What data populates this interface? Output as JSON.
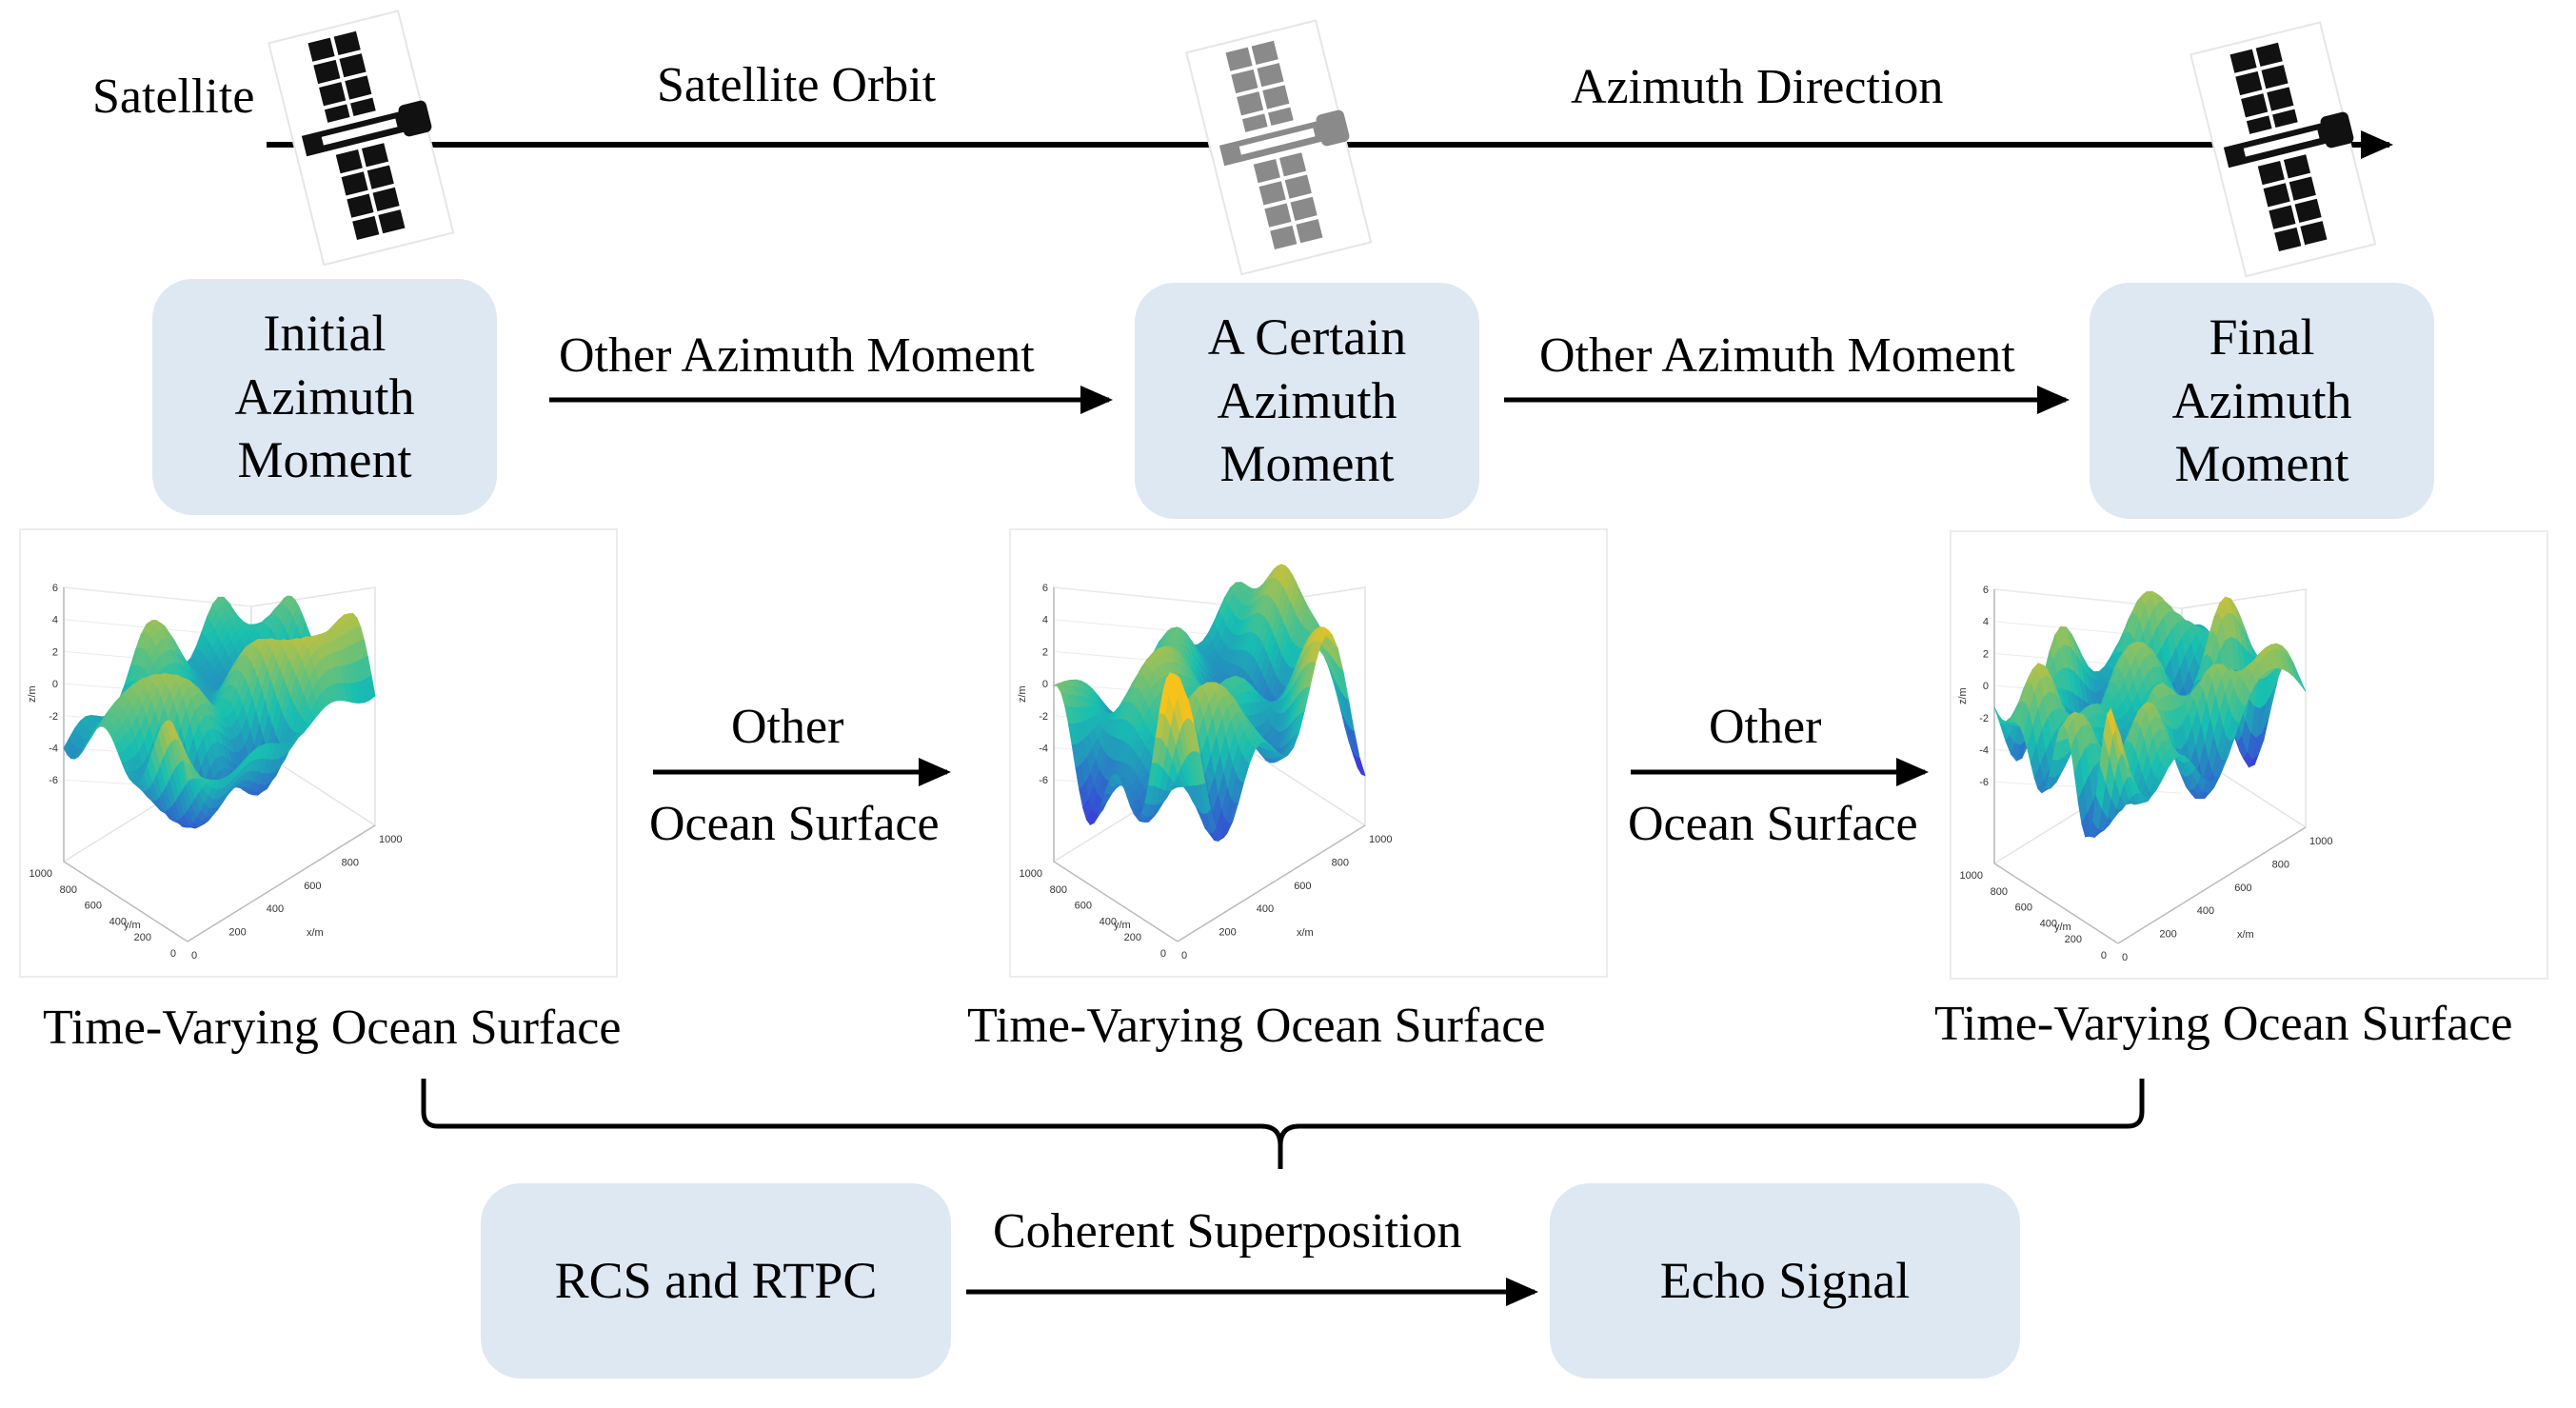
{
  "orbit": {
    "satellite_label": "Satellite",
    "orbit_label": "Satellite Orbit",
    "direction_label": "Azimuth Direction"
  },
  "moments": {
    "initial": "Initial\nAzimuth\nMoment",
    "certain": "A Certain\nAzimuth\nMoment",
    "final": "Final\nAzimuth\nMoment",
    "transition": "Other Azimuth Moment"
  },
  "surfaces": {
    "caption": "Time-Varying Ocean Surface",
    "transition_line1": "Other",
    "transition_line2": "Ocean Surface",
    "plot": {
      "z_label": "z/m",
      "y_label": "y/m",
      "x_label": "x/m",
      "z_ticks": [
        "6",
        "4",
        "2",
        "0",
        "-2",
        "-4",
        "-6"
      ],
      "y_ticks": [
        "1000",
        "800",
        "600",
        "400",
        "200",
        "0"
      ],
      "x_ticks": [
        "0",
        "200",
        "400",
        "600",
        "800",
        "1000"
      ]
    }
  },
  "processing": {
    "source": "RCS and RTPC",
    "operation": "Coherent Superposition",
    "result": "Echo Signal"
  },
  "colors": {
    "box_fill": "#dde8f3",
    "arrow": "#000000",
    "surface_low": "#3a3fd8",
    "surface_mid": "#18c0b0",
    "surface_high": "#f7c21a"
  }
}
